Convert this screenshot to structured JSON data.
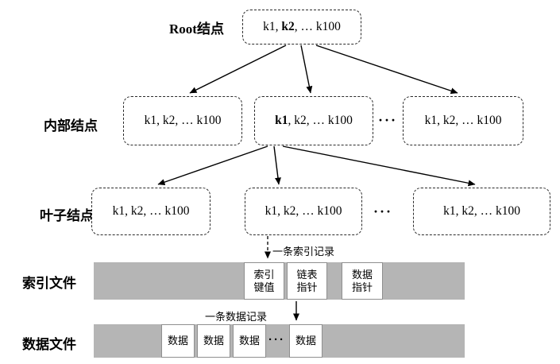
{
  "diagram": {
    "row_labels": {
      "root": "Root结点",
      "internal": "内部结点",
      "leaf": "叶子结点",
      "index_file": "索引文件",
      "data_file": "数据文件"
    },
    "root_node": {
      "pre": "k1, ",
      "bold": "k2",
      "post": ", … k100"
    },
    "internal_nodes": [
      {
        "pre": "k1, k2, … k100",
        "bold": "",
        "post": ""
      },
      {
        "pre": "",
        "bold": "k1",
        "post": ", k2, … k100"
      },
      {
        "pre": "k1, k2, … k100",
        "bold": "",
        "post": ""
      }
    ],
    "internal_ellipsis": "···",
    "leaf_nodes": [
      "k1, k2, … k100",
      "k1, k2, … k100",
      "k1, k2, … k100"
    ],
    "leaf_ellipsis": "···",
    "annotations": {
      "index_record": "一条索引记录",
      "data_record": "一条数据记录"
    },
    "index_file_cells": [
      "索引\n键值",
      "链表\n指针",
      "数据\n指针"
    ],
    "data_file_cells": [
      "数据",
      "数据",
      "数据"
    ],
    "data_file_ellipsis": "···",
    "data_file_last_cell": "数据",
    "colors": {
      "bar_gray": "#b5b5b5",
      "cell_border": "#8f8f8f"
    }
  }
}
